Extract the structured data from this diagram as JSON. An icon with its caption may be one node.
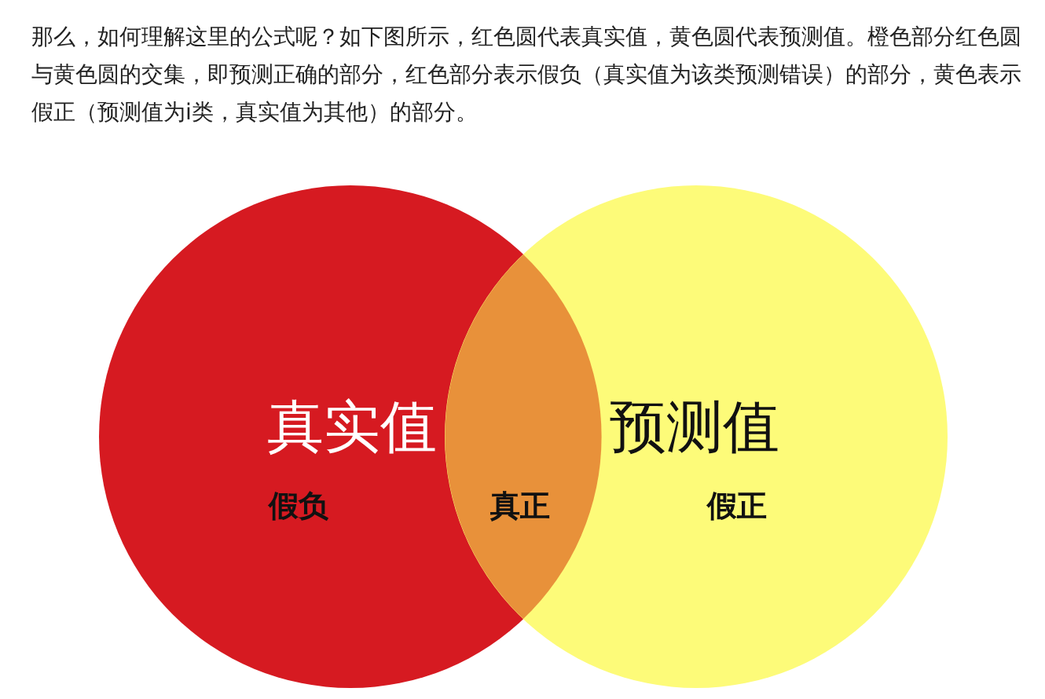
{
  "diagram": {
    "nodes": [
      {
        "text": [
          "真实值",
          "假负"
        ]
      },
      {
        "text": [
          "真正"
        ]
      },
      {
        "text": [
          "预测值",
          "假正"
        ]
      }
    ],
    "labels": [
      "那么，如何理解这里的公式呢？如下图所示，红色圆代表真实值，黄色圆代表预测值。橙色部分红色圆与黄色圆的交集，即预测正确的部分，红色部分表示假负（真实值为该类预测错误）的部分，黄色表示假正（预测值为i类，真实值为其他）的部分。"
    ]
  }
}
